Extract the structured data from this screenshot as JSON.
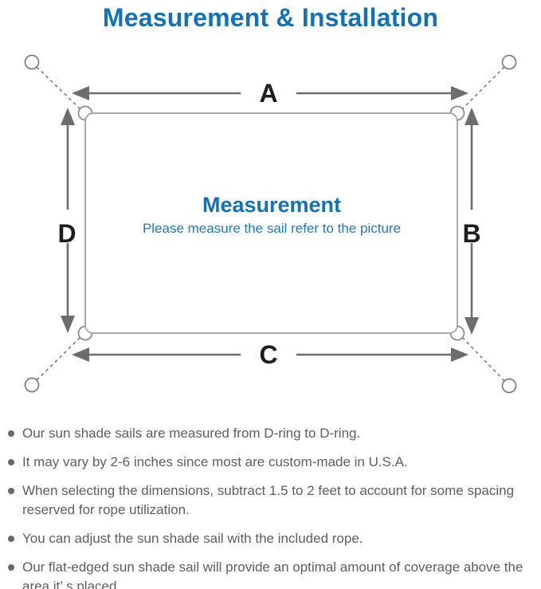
{
  "title": "Measurement & Installation",
  "diagram": {
    "center_title": "Measurement",
    "center_subtitle": "Please measure the sail refer to the picture",
    "labels": {
      "top": "A",
      "right": "B",
      "bottom": "C",
      "left": "D"
    },
    "colors": {
      "accent_blue": "#1271b7",
      "arrow_gray": "#6d6d6d",
      "outline_gray": "#9d9d9d",
      "note_text_gray": "#5e5e5e"
    }
  },
  "notes": [
    "Our sun shade sails are measured from D-ring to D-ring.",
    "It may vary by 2-6 inches since most are custom-made in U.S.A.",
    "When selecting the dimensions, subtract 1.5 to 2 feet to account for some spacing reserved for rope utilization.",
    "You can adjust the sun shade sail with the included rope.",
    "Our flat-edged sun shade sail will provide an optimal amount of coverage above the area it’ s placed."
  ]
}
